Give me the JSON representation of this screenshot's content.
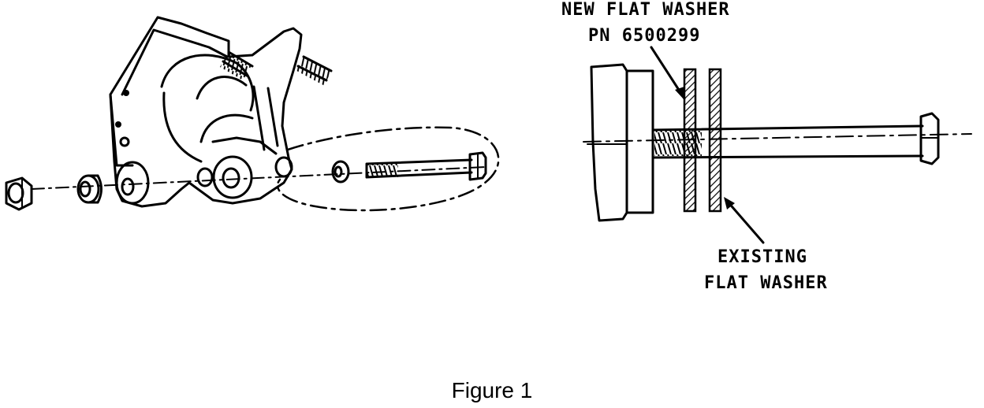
{
  "callouts": {
    "new_washer_line1": "NEW FLAT WASHER",
    "new_washer_line2": "PN 6500299",
    "existing_washer_line1": "EXISTING",
    "existing_washer_line2": "FLAT WASHER"
  },
  "caption": "Figure 1",
  "colors": {
    "ink": "#000000",
    "paper": "#ffffff"
  }
}
